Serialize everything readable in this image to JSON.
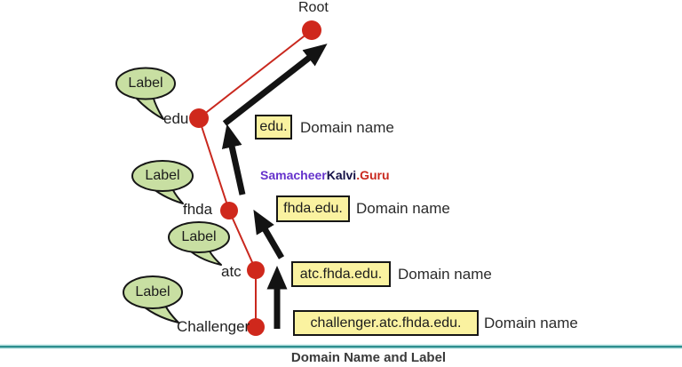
{
  "diagram": {
    "title": "Domain Name and Label",
    "watermark": {
      "part1": "Samacheer",
      "part2": "Kalvi",
      "part3": ".Guru"
    },
    "bubble_label": "Label",
    "nodes": [
      {
        "name": "Root"
      },
      {
        "name": "edu"
      },
      {
        "name": "fhda"
      },
      {
        "name": "atc"
      },
      {
        "name": "Challenger"
      }
    ],
    "domain_rows": [
      {
        "value": "edu.",
        "label": "Domain name"
      },
      {
        "value": "fhda.edu.",
        "label": "Domain name"
      },
      {
        "value": "atc.fhda.edu.",
        "label": "Domain name"
      },
      {
        "value": "challenger.atc.fhda.edu.",
        "label": "Domain name"
      }
    ],
    "colors": {
      "node_red": "#cf281c",
      "bubble_green": "#c8dfa2",
      "box_yellow": "#faf2a0",
      "rule_teal": "#2e8f8f",
      "arrow_black": "#131313",
      "watermark_purple": "#6633cc",
      "watermark_dark": "#141046",
      "watermark_red": "#c9281e"
    }
  }
}
